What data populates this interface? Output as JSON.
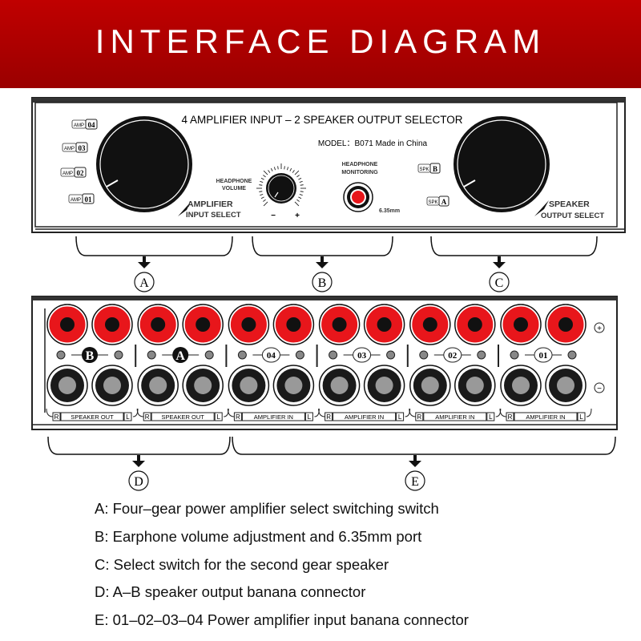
{
  "title": "INTERFACE DIAGRAM",
  "front_panel": {
    "heading": "4 AMPLIFIER INPUT – 2 SPEAKER OUTPUT SELECTOR",
    "model": "MODEL：B071  Made in China",
    "amp_prefix": "AMP",
    "amp_positions": [
      "04",
      "03",
      "02",
      "01"
    ],
    "amp_knob_label_1": "AMPLIFIER",
    "amp_knob_label_2": "INPUT  SELECT",
    "volume_label_1": "HEADPHONE",
    "volume_label_2": "VOLUME",
    "volume_minus": "−",
    "volume_plus": "+",
    "monitor_label_1": "HEADPHONE",
    "monitor_label_2": "MONITORING",
    "jack_size": "6.35mm",
    "spk_prefix": "SPK",
    "spk_positions": [
      "B",
      "A"
    ],
    "spk_knob_label_1": "SPEAKER",
    "spk_knob_label_2": "OUTPUT SELECT"
  },
  "callouts_top": [
    "A",
    "B",
    "C"
  ],
  "back_panel": {
    "groups": [
      {
        "id": "B",
        "label": "SPEAKER OUT",
        "filled": true
      },
      {
        "id": "A",
        "label": "SPEAKER OUT",
        "filled": true
      },
      {
        "id": "04",
        "label": "AMPLIFIER IN",
        "filled": false
      },
      {
        "id": "03",
        "label": "AMPLIFIER IN",
        "filled": false
      },
      {
        "id": "02",
        "label": "AMPLIFIER IN",
        "filled": false
      },
      {
        "id": "01",
        "label": "AMPLIFIER IN",
        "filled": false
      }
    ],
    "right_label": "R",
    "left_label": "L",
    "plus": "+",
    "minus": "−",
    "colors": {
      "positive": "#e8161b",
      "negative": "#1a1a1a"
    }
  },
  "callouts_bottom": [
    "D",
    "E"
  ],
  "legend": [
    "A: Four–gear power amplifier select switching switch",
    "B: Earphone volume adjustment and 6.35mm port",
    "C: Select switch for the second gear speaker",
    "D: A–B speaker output banana connector",
    "E: 01–02–03–04 Power amplifier input banana connector"
  ]
}
